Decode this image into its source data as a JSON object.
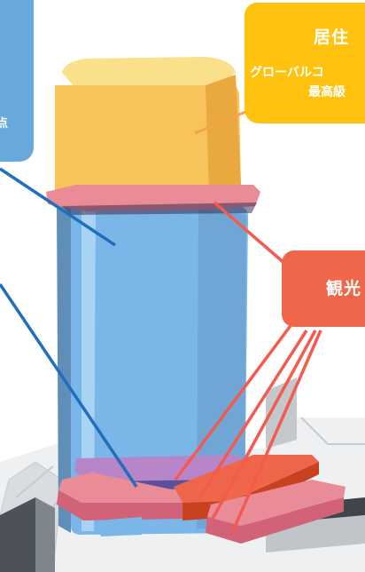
{
  "callouts": {
    "left_fragment": "点",
    "residential": {
      "title": "居住",
      "line1": "グローバルコ",
      "line2": "最高級"
    },
    "tourism": {
      "title": "観光"
    }
  },
  "colors": {
    "residential_block": "#f7c35a",
    "office_block": "#7ab6e8",
    "podium_band": "#ea8b98",
    "tourism_accent": "#f0664a",
    "leader_blue": "#1f6fbd",
    "leader_red": "#f55a4f",
    "callout_blue": "#67a9dc",
    "callout_yellow": "#ffc20e",
    "callout_red": "#f0664a"
  }
}
